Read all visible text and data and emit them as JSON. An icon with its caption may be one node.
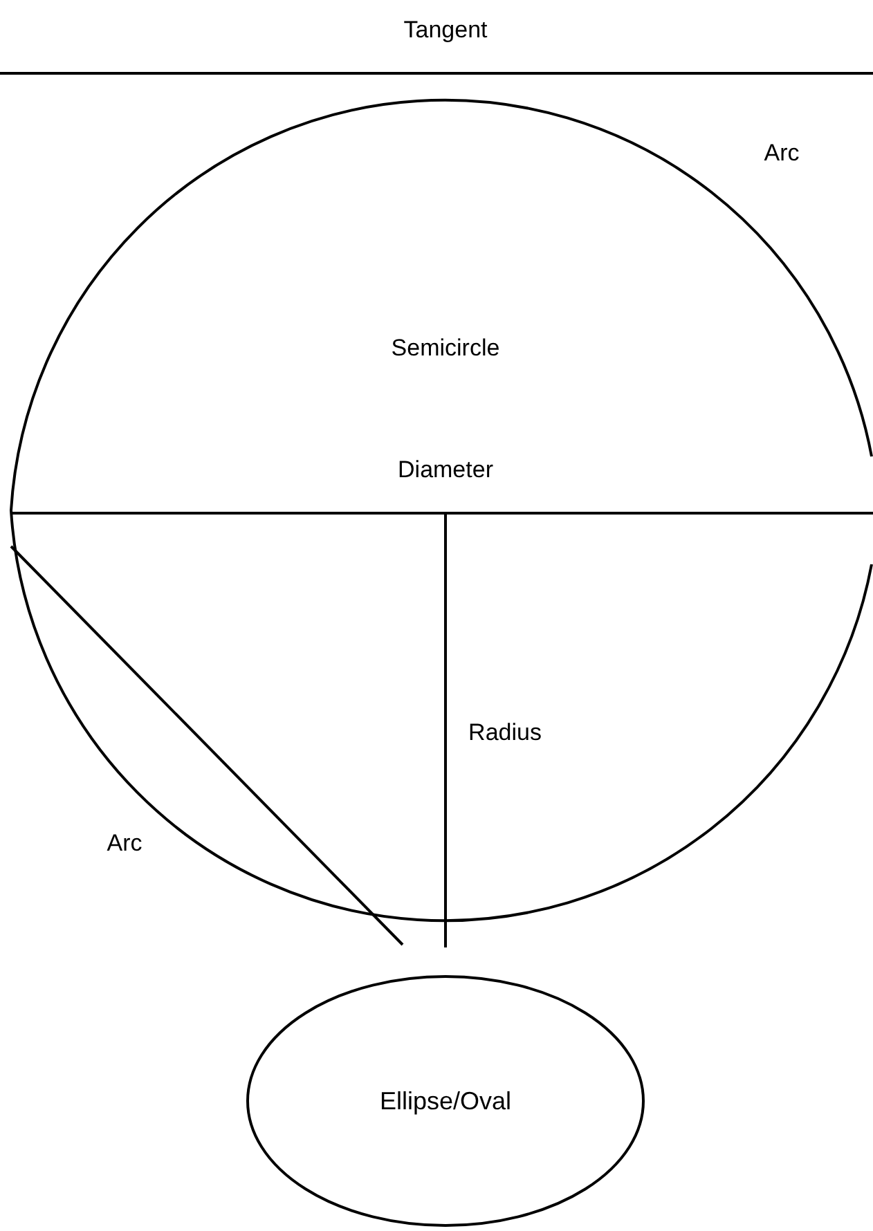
{
  "diagram": {
    "nodes": [
      {
        "text": [
          "Ellipse/Oval"
        ]
      }
    ],
    "labels": [
      "Tangent",
      "Arc",
      "Semicircle",
      "Diameter",
      "Radius",
      "Arc"
    ]
  }
}
